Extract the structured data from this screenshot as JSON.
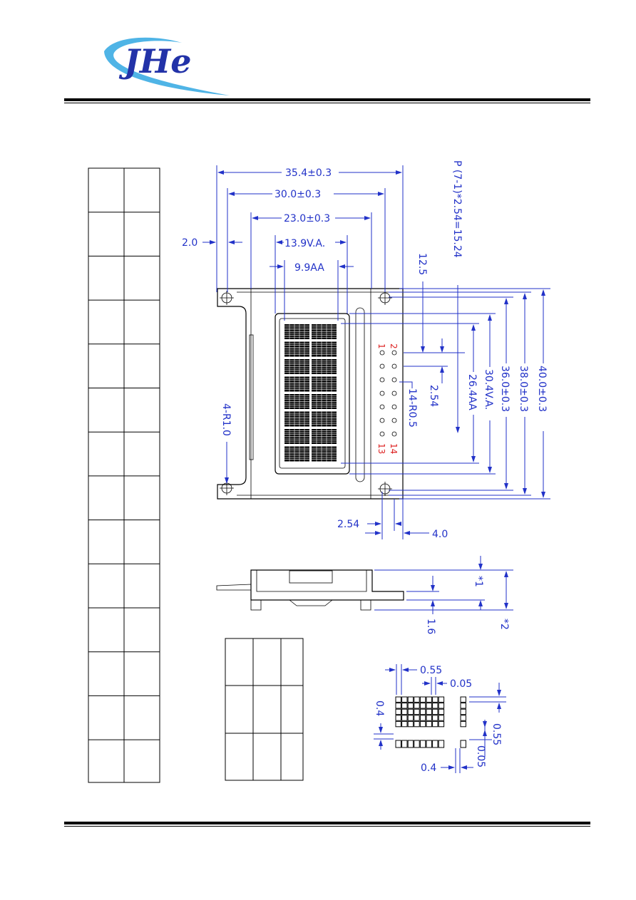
{
  "logo": {
    "text": "JHe",
    "colors": {
      "swoosh": "#4fb4e6",
      "letters": "#2232a8"
    }
  },
  "colors": {
    "dimension": "#2232c8",
    "pin_label": "#dd2222",
    "outline": "#000000"
  },
  "dimensions": {
    "w_outer": "35.4±0.3",
    "w_pcb": "30.0±0.3",
    "w_bezel": "23.0±0.3",
    "w_va": "13.9V.A.",
    "w_aa": "9.9AA",
    "margin_left": "2.0",
    "hole_radius": "4-R1.0",
    "pitch_formula": "P (7-1)*2.54=15.24",
    "pin_offset": "12.5",
    "pin_pitch_v": "2.54",
    "pin_holes": "14-R0.5",
    "h_aa": "26.4AA",
    "h_va": "30.4V.A.",
    "h_bezel": "36.0±0.3",
    "h_pcb": "38.0±0.3",
    "h_outer": "40.0±0.3",
    "pin_pitch_h": "2.54",
    "pin_edge": "4.0",
    "side_star1": "*1",
    "side_thick": "1.6",
    "side_star2": "*2",
    "dot_w": "0.55",
    "dot_gap": "0.05",
    "dot_h_label": "0.4",
    "dot_h2": "0.55",
    "dot_gap2": "0.05",
    "dot_pitch_x": "0.4"
  },
  "pins": {
    "p1": "1",
    "p2": "2",
    "p13": "13",
    "p14": "14"
  }
}
